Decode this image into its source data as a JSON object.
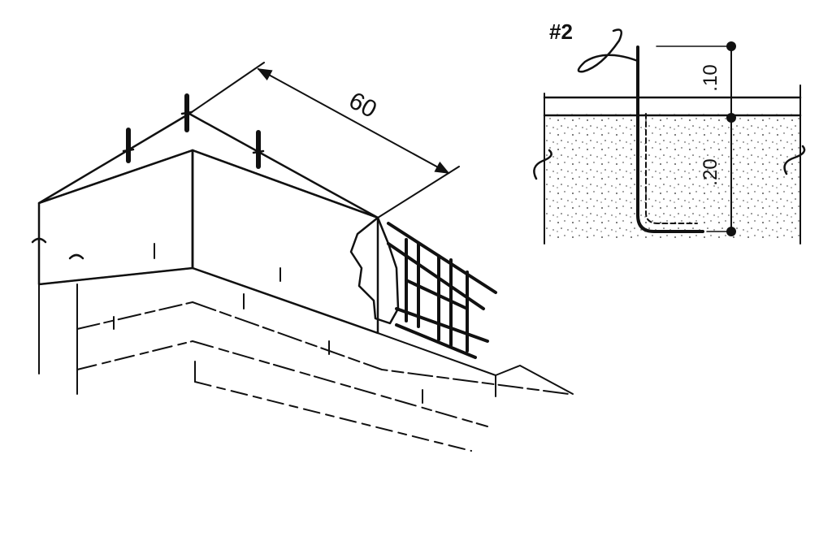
{
  "iso_view": {
    "dimension_label": "60"
  },
  "section_detail": {
    "bar_label": "#2",
    "dim_top_label": ".10",
    "dim_bottom_label": ".20"
  },
  "colors": {
    "ink": "#111111",
    "background": "#ffffff"
  }
}
